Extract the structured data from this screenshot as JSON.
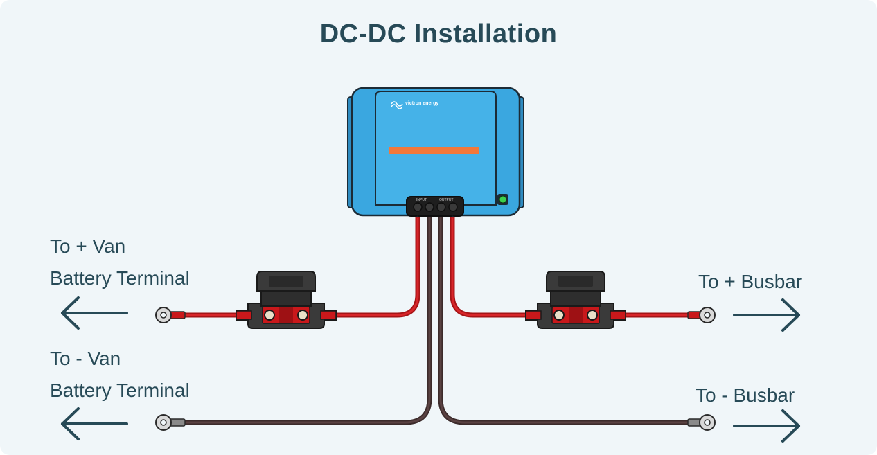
{
  "title": "DC-DC Installation",
  "device": {
    "brand_text": "victron energy",
    "input_label": "INPUT",
    "output_label": "OUTPUT",
    "terminal_marks": [
      "+",
      "−",
      "−",
      "+"
    ]
  },
  "labels": {
    "pos_van": [
      "To + Van",
      "Battery Terminal"
    ],
    "neg_van": [
      "To - Van",
      "Battery Terminal"
    ],
    "pos_busbar": "To + Busbar",
    "neg_busbar": "To - Busbar"
  },
  "colors": {
    "background": "#f0f6f9",
    "text": "#274a57",
    "device_blue": "#3aa7e0",
    "device_orange": "#f2783a",
    "positive_cable": "#c9181b",
    "negative_cable": "#4a3434",
    "fuse_body": "#3a3a3a"
  }
}
